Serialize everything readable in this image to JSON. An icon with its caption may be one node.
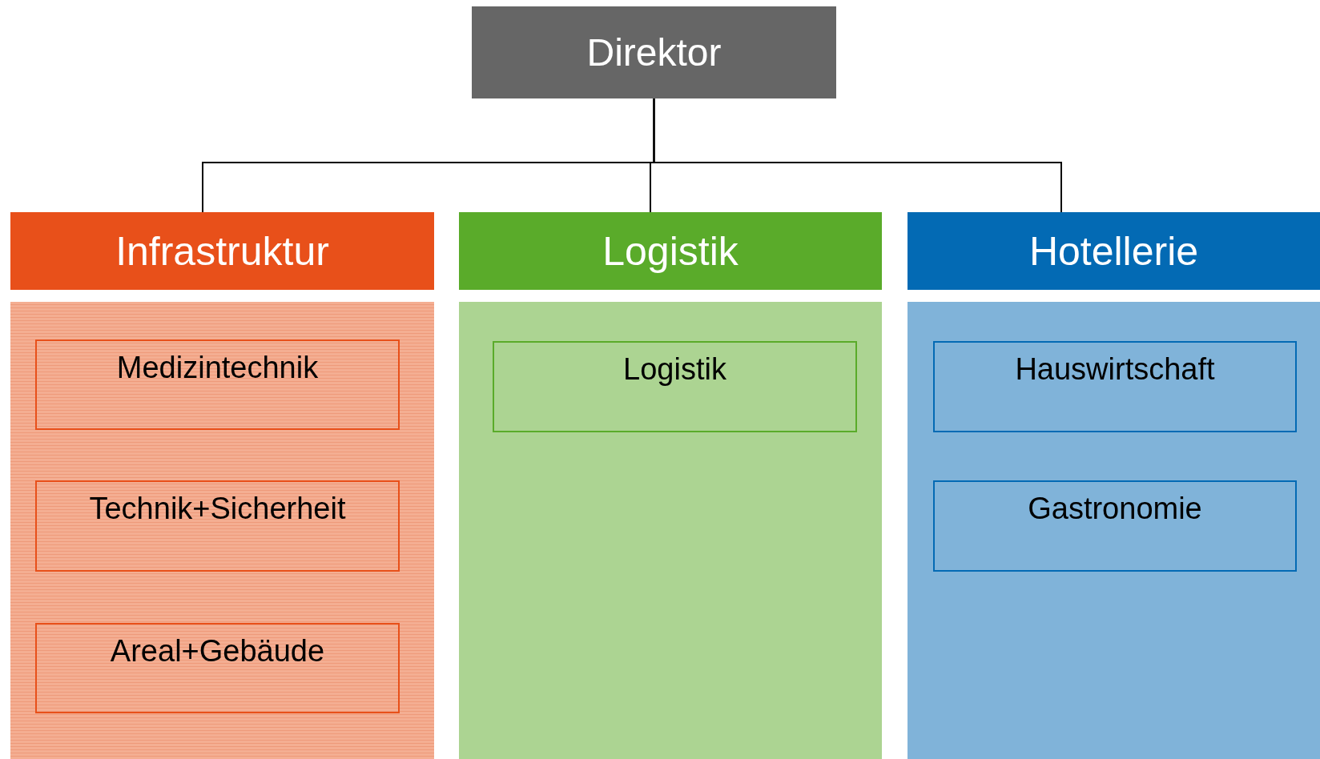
{
  "diagram": {
    "nodes": [
      {
        "text": [
          "Direktor"
        ]
      },
      {
        "text": [
          "Infrastruktur"
        ]
      },
      {
        "text": [
          "Medizintechnik"
        ],
        "in": 1
      },
      {
        "text": [
          "Technik+Sicherheit"
        ],
        "in": 1
      },
      {
        "text": [
          "Areal+Gebäude"
        ],
        "in": 1
      },
      {
        "text": [
          "Logistik"
        ]
      },
      {
        "text": [
          "Logistik"
        ],
        "in": 5
      },
      {
        "text": [
          "Hotellerie"
        ]
      },
      {
        "text": [
          "Hauswirtschaft"
        ],
        "in": 7
      },
      {
        "text": [
          "Gastronomie"
        ],
        "in": 7
      }
    ],
    "edges": [
      {
        "from": 0,
        "to": 1,
        "arrow": "none"
      },
      {
        "from": 0,
        "to": 5,
        "arrow": "none"
      },
      {
        "from": 0,
        "to": 7,
        "arrow": "none"
      }
    ]
  }
}
